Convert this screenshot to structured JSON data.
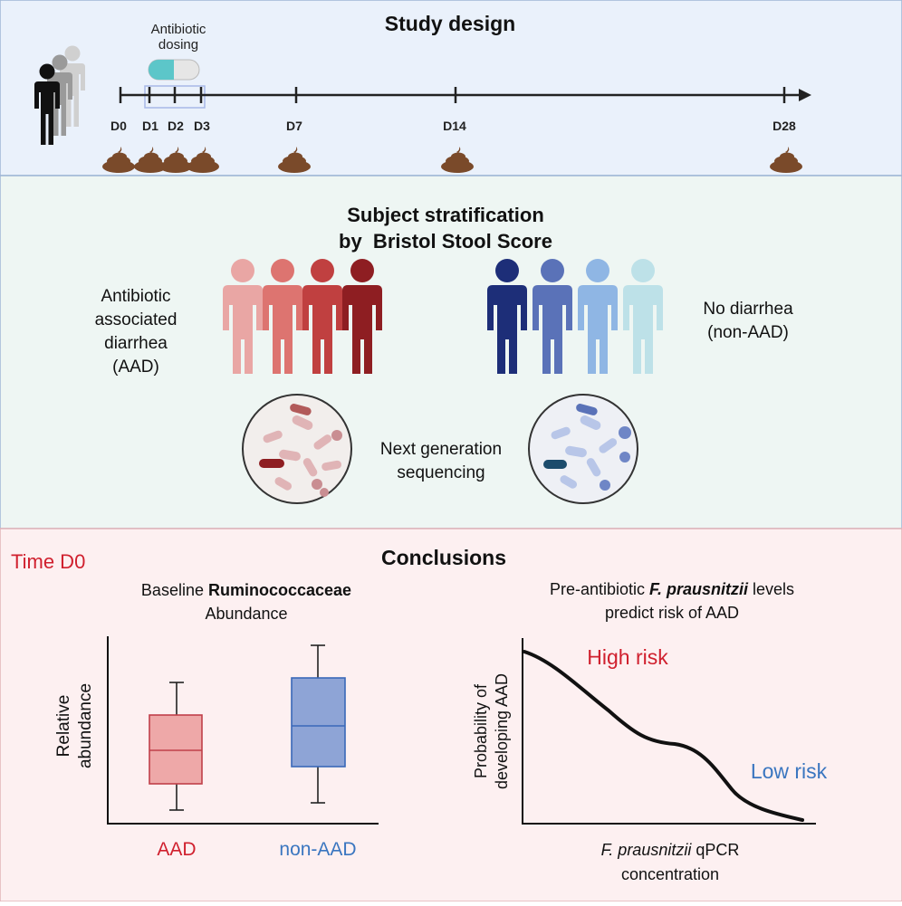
{
  "study_design": {
    "title": "Study design",
    "dosing_label_line1": "Antibiotic",
    "dosing_label_line2": "dosing",
    "days": [
      "D0",
      "D1",
      "D2",
      "D3",
      "D7",
      "D14",
      "D28"
    ]
  },
  "stratification": {
    "title_line1": "Subject stratification",
    "title_line2": "by  Bristol Stool Score",
    "aad_label": [
      "Antibiotic",
      "associated",
      "diarrhea",
      "(AAD)"
    ],
    "nonaad_label": [
      "No diarrhea",
      "(non-AAD)"
    ],
    "ngs_label": [
      "Next generation",
      "sequencing"
    ]
  },
  "conclusions": {
    "title": "Conclusions",
    "time_label": "Time D0",
    "boxplot": {
      "title_prefix": "Baseline ",
      "title_bold": "Ruminococcaceae",
      "title_line2": "Abundance",
      "ylabel_line1": "Relative",
      "ylabel_line2": "abundance",
      "groups": [
        "AAD",
        "non-AAD"
      ]
    },
    "curve": {
      "title_prefix": "Pre-antibiotic ",
      "title_bold_italic": "F. prausnitzii",
      "title_suffix": " levels",
      "title_line2": "predict risk of AAD",
      "ylabel_line1": "Probability of",
      "ylabel_line2": "developing AAD",
      "xlabel_italic": "F. prausnitzii",
      "xlabel_suffix": " qPCR",
      "xlabel_line2": "concentration",
      "high_label": "High risk",
      "low_label": "Low risk"
    }
  },
  "colors": {
    "top_bg": "#eaf1fb",
    "mid_bg": "#eef6f3",
    "bottom_bg": "#fdf0f1",
    "red": "#d0202e",
    "blue": "#3a76c0",
    "stool": "#7a4a2a"
  }
}
